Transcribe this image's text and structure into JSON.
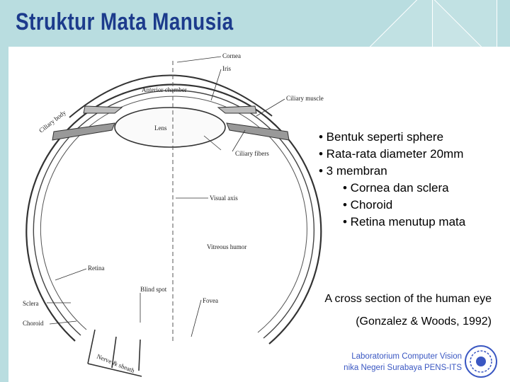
{
  "slide": {
    "title": "Struktur Mata Manusia"
  },
  "diagram": {
    "labels": {
      "cornea": "Cornea",
      "iris": "Iris",
      "ciliary_muscle": "Ciliary muscle",
      "ciliary_body": "Ciliary body",
      "anterior_chamber": "Anterior chamber",
      "lens": "Lens",
      "ciliary_fibers": "Ciliary fibers",
      "visual_axis": "Visual axis",
      "vitreous_humor": "Vitreous humor",
      "retina": "Retina",
      "blind_spot": "Blind spot",
      "sclera": "Sclera",
      "fovea": "Fovea",
      "choroid": "Choroid",
      "nerve_sheath": "Nerve & sheath"
    }
  },
  "bullets": {
    "b1": "• Bentuk seperti sphere",
    "b2": "• Rata-rata diameter 20mm",
    "b3": "• 3 membran",
    "b3a": "• Cornea dan sclera",
    "b3b": "• Choroid",
    "b3c": "• Retina menutup mata"
  },
  "caption": {
    "line1": "A cross section of the human eye",
    "line2": "(Gonzalez & Woods, 1992)"
  },
  "footer": {
    "line1": "Laboratorium Computer Vision",
    "line2": "nika Negeri Surabaya PENS-ITS"
  },
  "colors": {
    "title": "#1c3b8c",
    "background": "#b9dde0",
    "footer": "#3a57c2"
  }
}
